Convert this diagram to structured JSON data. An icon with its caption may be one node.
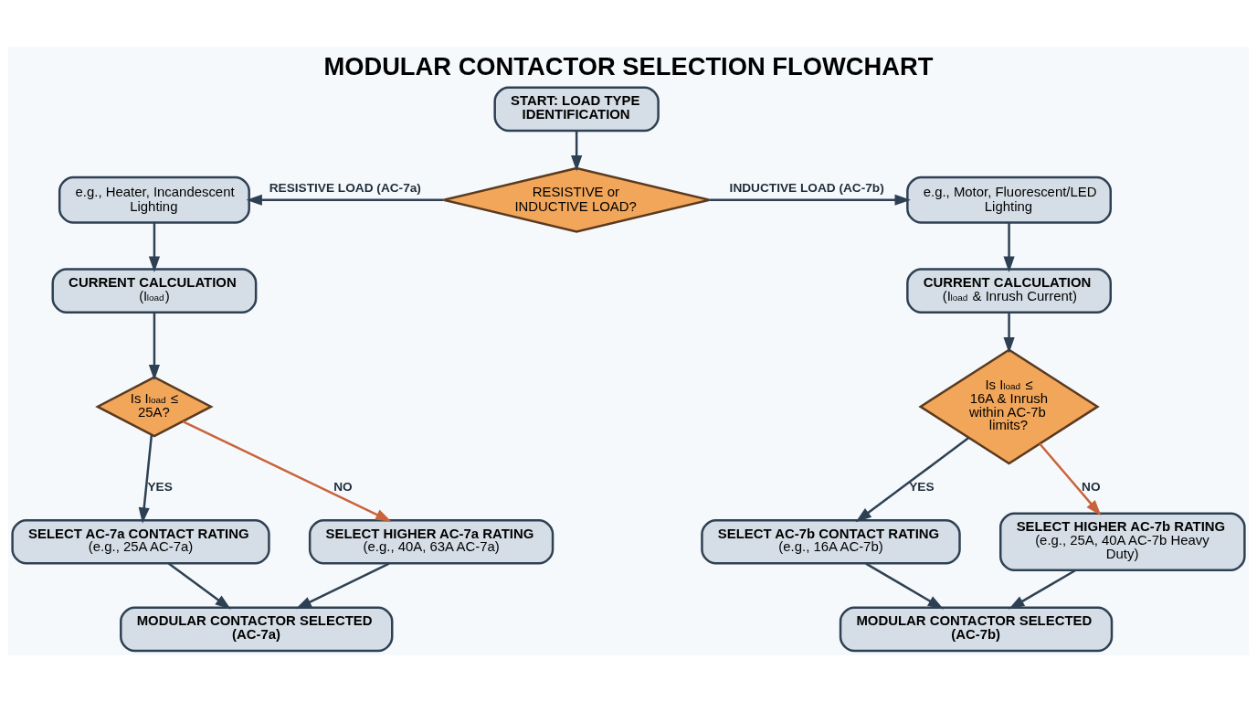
{
  "diagram": {
    "title": "MODULAR CONTACTOR SELECTION FLOWCHART",
    "nodes": [
      {
        "text": [
          "START: LOAD TYPE IDENTIFICATION"
        ]
      },
      {
        "text": [
          "RESISTIVE or INDUCTIVE LOAD?"
        ]
      },
      {
        "text": [
          "e.g., Heater, Incandescent Lighting"
        ]
      },
      {
        "text": [
          "e.g., Motor, Fluorescent/LED Lighting"
        ]
      },
      {
        "text": [
          "CURRENT CALCULATION",
          "(I$_{load}$)"
        ]
      },
      {
        "text": [
          "CURRENT CALCULATION",
          "(I$_{load}$ & Inrush Current)"
        ]
      },
      {
        "text": [
          "Is I$_{load}$ ≤ 25A?"
        ]
      },
      {
        "text": [
          "Is I$_{load}$ ≤ 16A & Inrush within AC-7b limits?"
        ]
      },
      {
        "text": [
          "SELECT AC-7a CONTACT RATING",
          "(e.g., 25A AC-7a)"
        ]
      },
      {
        "text": [
          "SELECT HIGHER AC-7a RATING",
          "(e.g., 40A, 63A AC-7a)"
        ]
      },
      {
        "text": [
          "SELECT AC-7b CONTACT RATING",
          "(e.g., 16A AC-7b)"
        ]
      },
      {
        "text": [
          "SELECT HIGHER AC-7b RATING",
          "(e.g., 25A, 40A AC-7b Heavy Duty)"
        ]
      },
      {
        "text": [
          "MODULAR CONTACTOR SELECTED (AC-7a)"
        ]
      },
      {
        "text": [
          "MODULAR CONTACTOR SELECTED (AC-7b)"
        ]
      }
    ],
    "edges": [
      {
        "from": 0,
        "to": 1,
        "arrow": "to"
      },
      {
        "from": 1,
        "to": 2,
        "arrow": "to",
        "label": "RESISTIVE LOAD (AC-7a)"
      },
      {
        "from": 1,
        "to": 3,
        "arrow": "to",
        "label": "INDUCTIVE LOAD (AC-7b)"
      },
      {
        "from": 2,
        "to": 4,
        "arrow": "to"
      },
      {
        "from": 3,
        "to": 5,
        "arrow": "to"
      },
      {
        "from": 4,
        "to": 6,
        "arrow": "to"
      },
      {
        "from": 5,
        "to": 7,
        "arrow": "to"
      },
      {
        "from": 6,
        "to": 8,
        "arrow": "to",
        "label": "YES"
      },
      {
        "from": 6,
        "to": 9,
        "arrow": "to",
        "label": "NO",
        "color": "#c8643c"
      },
      {
        "from": 7,
        "to": 10,
        "arrow": "to",
        "label": "YES"
      },
      {
        "from": 7,
        "to": 11,
        "arrow": "to",
        "label": "NO",
        "color": "#c8643c"
      },
      {
        "from": 8,
        "to": 12,
        "arrow": "to"
      },
      {
        "from": 9,
        "to": 12,
        "arrow": "to"
      },
      {
        "from": 10,
        "to": 13,
        "arrow": "to"
      },
      {
        "from": 11,
        "to": 13,
        "arrow": "to"
      }
    ]
  }
}
